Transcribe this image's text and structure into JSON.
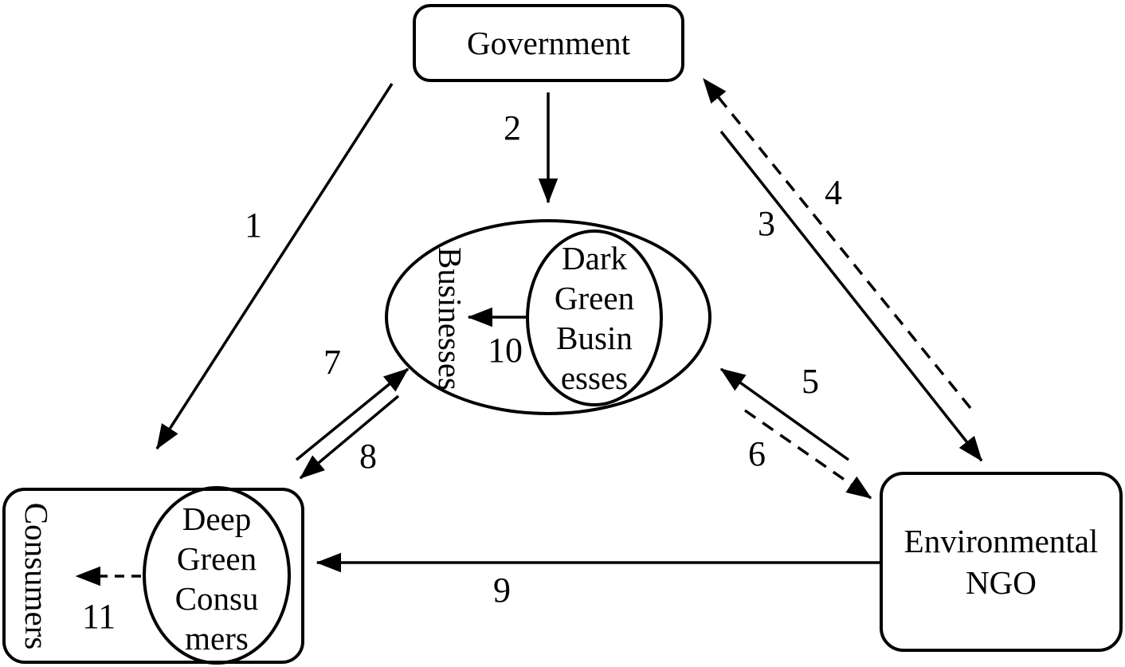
{
  "diagram": {
    "background": "#ffffff",
    "stroke_color": "#000000",
    "nodes": {
      "government": {
        "label": "Government"
      },
      "businesses": {
        "label": "Businesses"
      },
      "dark_green_businesses": {
        "lines": [
          "Dark",
          "Green",
          "Busin",
          "esses"
        ]
      },
      "consumers": {
        "label": "Consumers"
      },
      "deep_green_consumers": {
        "lines": [
          "Deep",
          "Green",
          "Consu",
          "mers"
        ]
      },
      "environmental_ngo": {
        "lines": [
          "Environmental",
          "NGO"
        ]
      }
    },
    "arrows": [
      {
        "label": "1",
        "from": "Government",
        "to": "Consumers",
        "style": "solid"
      },
      {
        "label": "2",
        "from": "Government",
        "to": "Businesses",
        "style": "solid"
      },
      {
        "label": "3",
        "from": "Government",
        "to": "Environmental NGO",
        "style": "solid"
      },
      {
        "label": "4",
        "from": "Environmental NGO",
        "to": "Government",
        "style": "dashed"
      },
      {
        "label": "5",
        "from": "Environmental NGO",
        "to": "Businesses",
        "style": "solid"
      },
      {
        "label": "6",
        "from": "Businesses",
        "to": "Environmental NGO",
        "style": "dashed"
      },
      {
        "label": "7",
        "from": "Consumers",
        "to": "Businesses",
        "style": "solid"
      },
      {
        "label": "8",
        "from": "Businesses",
        "to": "Consumers",
        "style": "solid"
      },
      {
        "label": "9",
        "from": "Environmental NGO",
        "to": "Consumers",
        "style": "solid"
      },
      {
        "label": "10",
        "from": "Dark Green Businesses",
        "to": "Businesses",
        "style": "solid"
      },
      {
        "label": "11",
        "from": "Deep Green Consumers",
        "to": "Consumers",
        "style": "dashed"
      }
    ]
  }
}
